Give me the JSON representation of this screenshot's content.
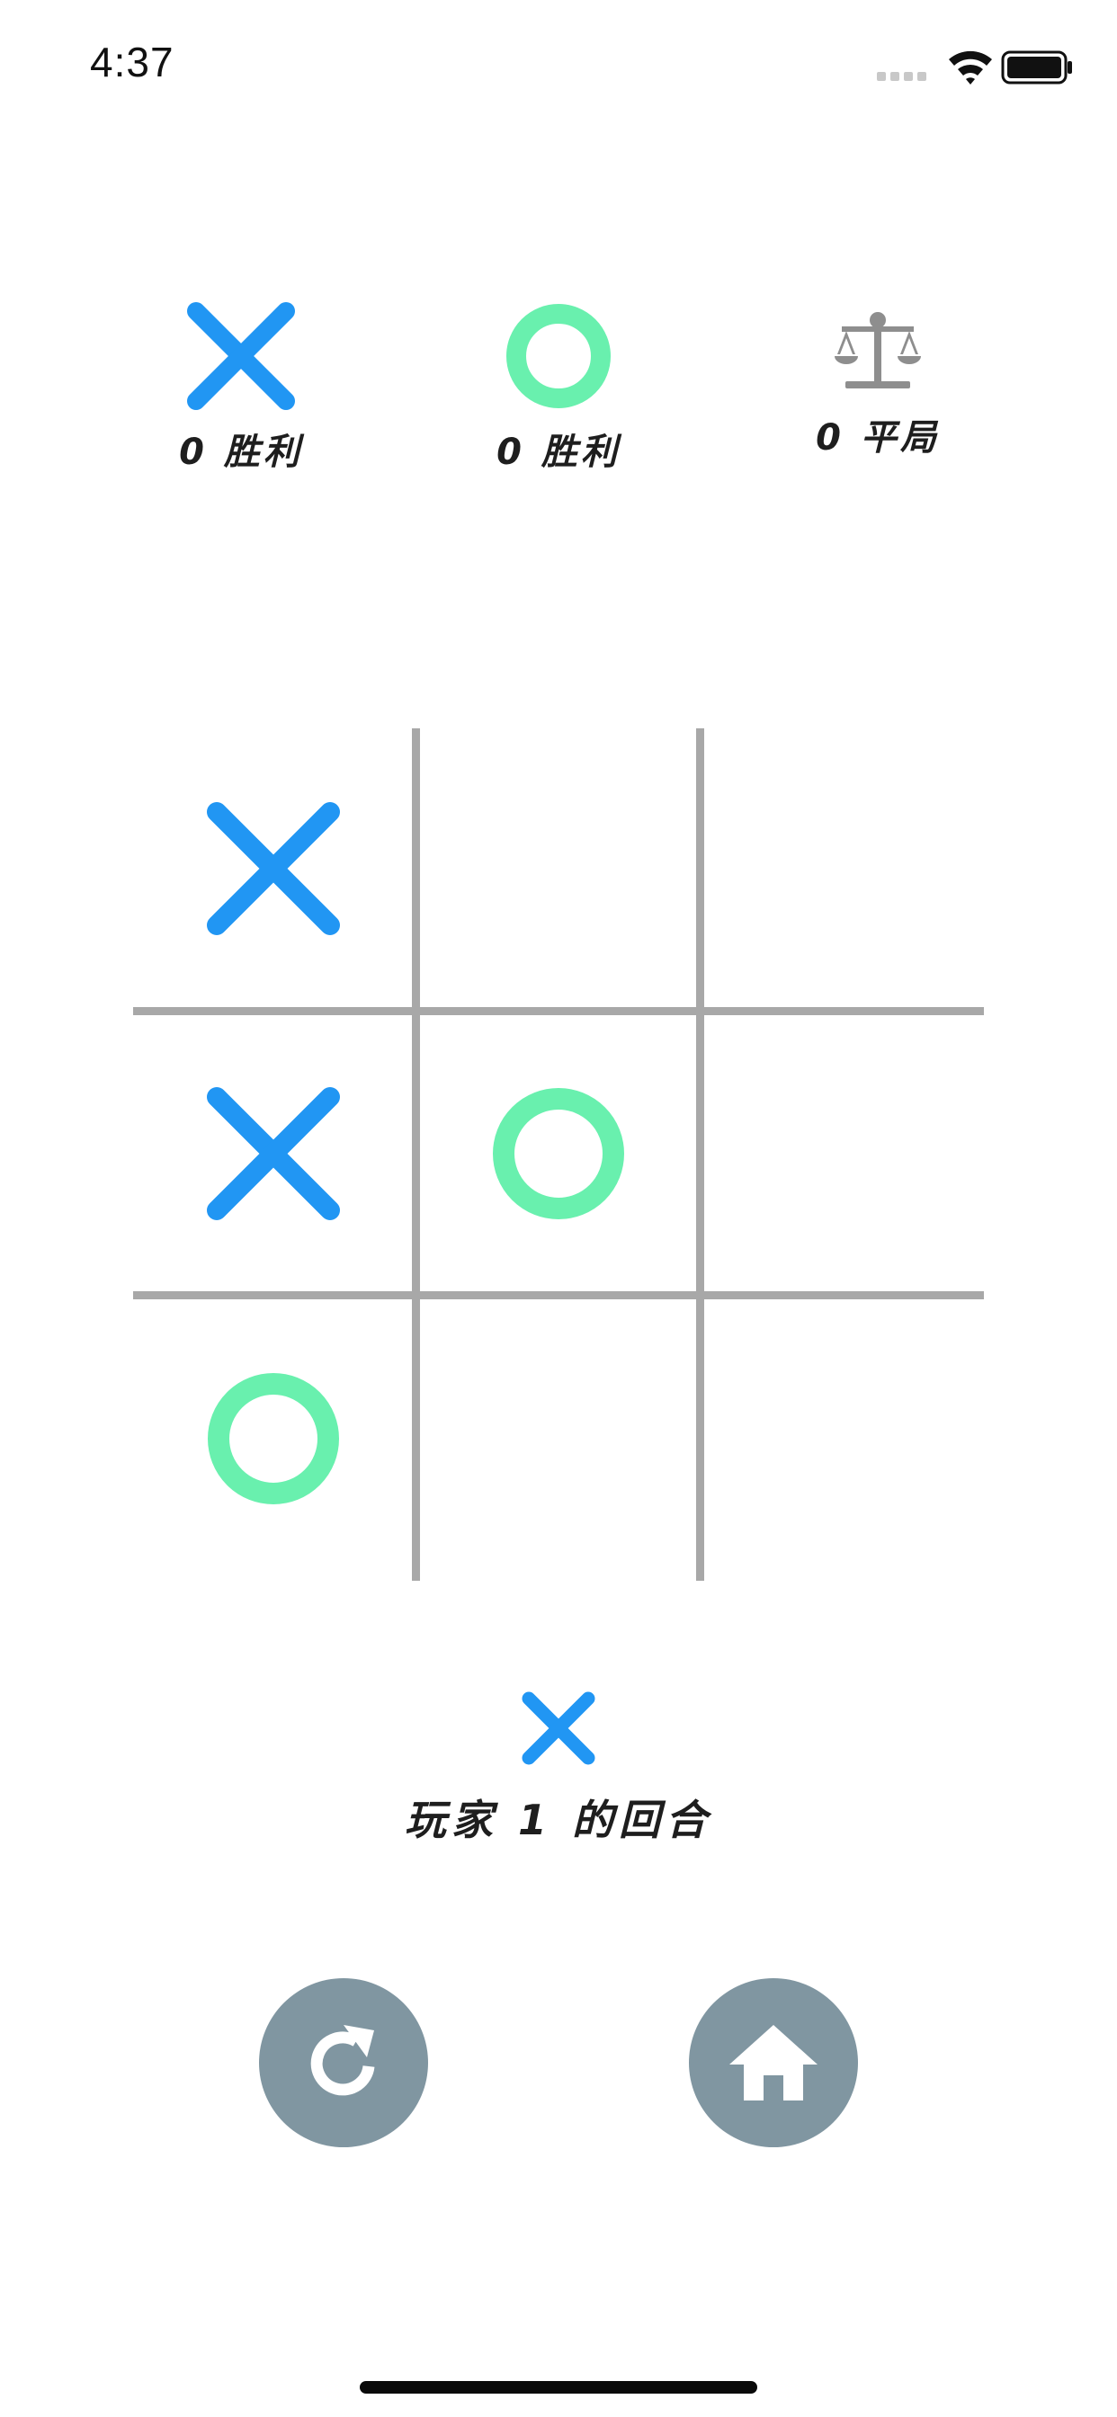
{
  "status_bar": {
    "time": "4:37",
    "icons": [
      "cellular-dots-icon",
      "wifi-icon",
      "battery-icon"
    ]
  },
  "scores": {
    "player_x": {
      "icon": "x-mark-icon",
      "label": "0 胜利"
    },
    "player_o": {
      "icon": "o-mark-icon",
      "label": "0 胜利"
    },
    "draws": {
      "icon": "balance-scale-icon",
      "label": "0 平局"
    }
  },
  "board": {
    "cells": [
      "X",
      "",
      "",
      "X",
      "O",
      "",
      "O",
      "",
      ""
    ]
  },
  "turn": {
    "icon": "x-mark-icon",
    "text": "玩家 1 的回合"
  },
  "buttons": {
    "restart": {
      "icon": "restart-icon"
    },
    "home": {
      "icon": "home-icon"
    }
  },
  "colors": {
    "x": "#2196f3",
    "o": "#69f0ae",
    "grid": "#a8a8a8",
    "button": "#8096a1",
    "scale": "#8e8e8e",
    "text": "#1e1e1e"
  }
}
